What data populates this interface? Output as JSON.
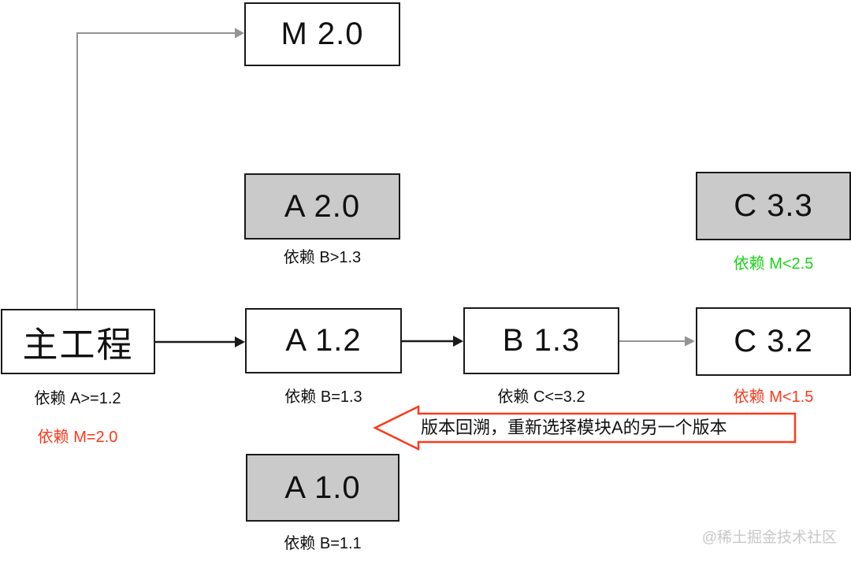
{
  "diagram": {
    "nodes": {
      "m20": {
        "label": "M 2.0"
      },
      "a20": {
        "label": "A 2.0",
        "dep": "依赖 B>1.3"
      },
      "c33": {
        "label": "C 3.3",
        "dep": "依赖 M<2.5"
      },
      "main": {
        "label": "主工程",
        "dep_a": "依赖 A>=1.2",
        "dep_m": "依赖 M=2.0"
      },
      "a12": {
        "label": "A 1.2",
        "dep": "依赖 B=1.3"
      },
      "b13": {
        "label": "B 1.3",
        "dep": "依赖 C<=3.2"
      },
      "c32": {
        "label": "C 3.2",
        "dep": "依赖 M<1.5"
      },
      "a10": {
        "label": "A 1.0",
        "dep": "依赖 B=1.1"
      }
    },
    "callout": "版本回溯，重新选择模块A的另一个版本",
    "watermark": "@稀土掘金技术社区",
    "colors": {
      "red": "#fa3a1c",
      "green": "#1ad119",
      "gray_fill": "#cacaca",
      "gray_arrow": "#949494",
      "black": "#1a1a1a"
    }
  }
}
